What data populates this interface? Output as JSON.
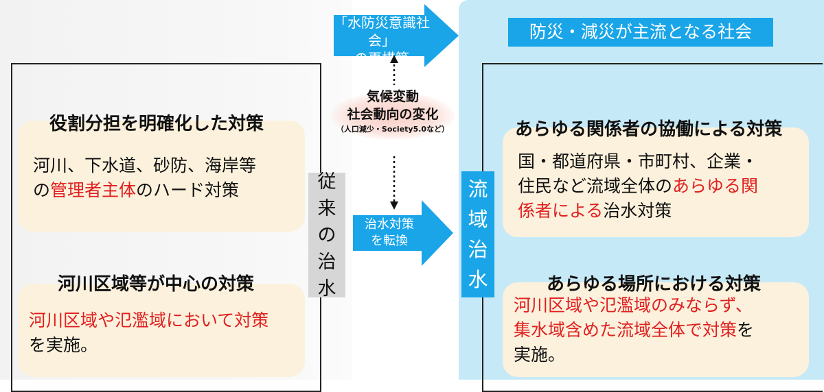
{
  "top_arrow": {
    "line1": "「水防災意識社会」",
    "line2": "の再構築"
  },
  "right_banner": "防災・減災が主流となる社会",
  "center": {
    "line1": "気候変動",
    "line2": "社会動向の変化",
    "line3": "（人口減少・Society5.0など）"
  },
  "mid_arrow": {
    "line1": "治水対策",
    "line2": "を転換"
  },
  "left": {
    "vertical_label": [
      "従",
      "来",
      "の",
      "治",
      "水"
    ],
    "section1": {
      "heading": "役割分担を明確化した対策",
      "line1": "河川、下水道、砂防、海岸等",
      "line2_prefix": "の",
      "line2_red": "管理者主体",
      "line2_suffix": "のハード対策"
    },
    "section2": {
      "heading": "河川区域等が中心の対策",
      "line1_red": "河川区域や氾濫域において対策",
      "line2": "を実施。"
    }
  },
  "right": {
    "vertical_label": [
      "流",
      "域",
      "治",
      "水"
    ],
    "section1": {
      "heading": "あらゆる関係者の協働による対策",
      "line1": "国・都道府県・市町村、企業・",
      "line2_prefix": "住民など流域全体の",
      "line2_red": "あらゆる関",
      "line3_red": "係者による",
      "line3_suffix": "治水対策"
    },
    "section2": {
      "heading": "あらゆる場所における対策",
      "line1_red": "河川区域や氾濫域のみならず、",
      "line2_red": "集水域含めた流域全体で対策",
      "line2_suffix": "を",
      "line3": "実施。"
    }
  },
  "colors": {
    "accent_blue": "#19a5e8",
    "highlight_red": "#e02020",
    "card_fill": "#fcf1dc",
    "right_panel": "#c6e9f7",
    "left_label_fill": "#d6d6d6"
  }
}
